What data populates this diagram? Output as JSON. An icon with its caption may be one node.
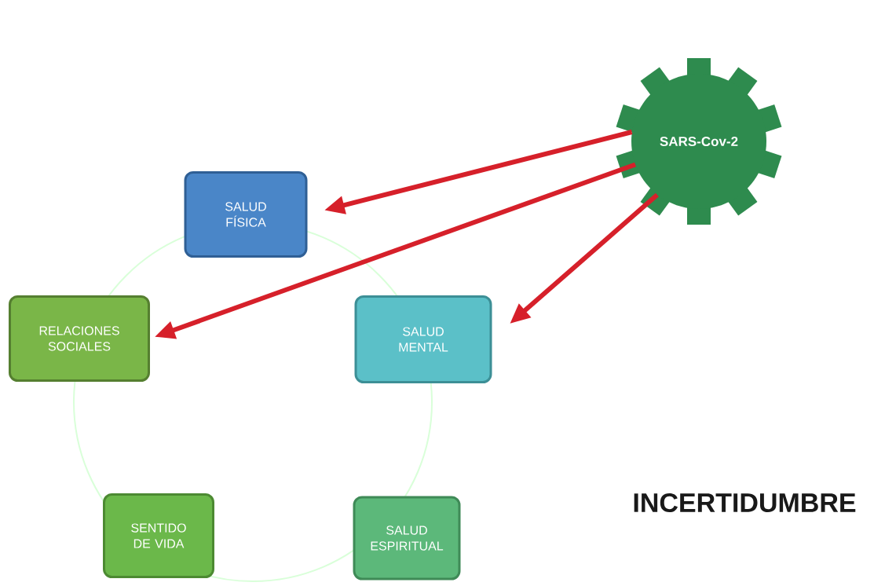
{
  "diagram": {
    "nodes": [
      {
        "text": [
          "SARS-Cov-2"
        ]
      },
      {
        "text": [
          "SALUD FÍSICA"
        ]
      },
      {
        "text": [
          "RELACIONES SOCIALES"
        ]
      },
      {
        "text": [
          "SALUD MENTAL"
        ]
      },
      {
        "text": [
          "SENTIDO DE VIDA"
        ]
      },
      {
        "text": [
          "SALUD ESPIRITUAL"
        ]
      }
    ],
    "edges": [
      {
        "from": 0,
        "to": 1,
        "arrow": "to"
      },
      {
        "from": 0,
        "to": 2,
        "arrow": "to"
      },
      {
        "from": 0,
        "to": 3,
        "arrow": "to"
      }
    ],
    "labels": [
      "INCERTIDUMBRE"
    ]
  }
}
